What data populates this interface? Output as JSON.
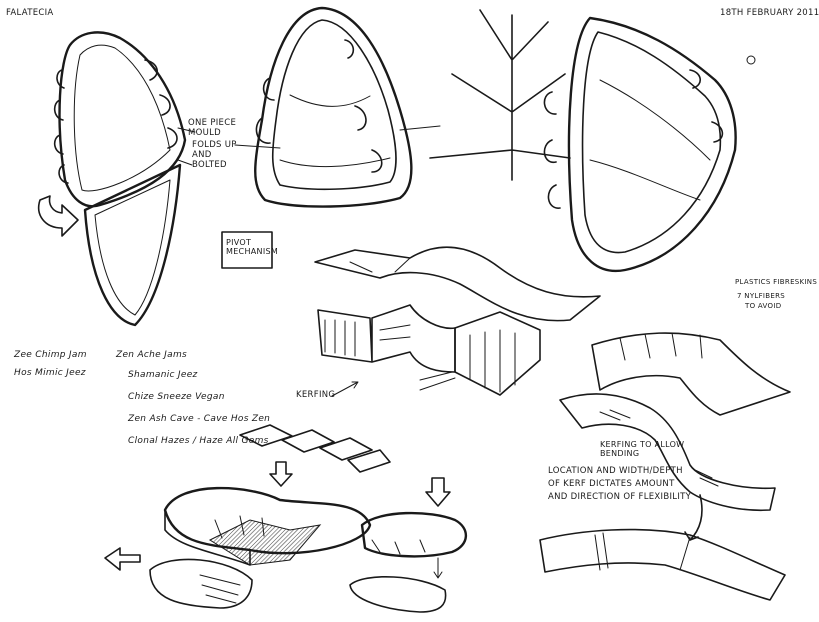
{
  "header": {
    "project": "FALATECIA",
    "date": "18th FEBRUARY 2011"
  },
  "annotations": {
    "one_piece_mould": "ONE PIECE MOULD",
    "folds_up": "FOLDS UP AND BOLTED",
    "pivot_mechanism": "PIVOT MECHANISM",
    "plastics_1": "PLASTICS FIBRESKINS",
    "plastics_2": "7 NYLFIBERS",
    "plastics_3": "TO AVOID",
    "kerfing": "KERFING",
    "kerfing_allow": "KERFING TO ALLOW BENDING",
    "location_1": "LOCATION AND WIDTH/DEPTH",
    "location_2": "OF KERF DICTATES AMOUNT",
    "location_3": "AND DIRECTION OF FLEXIBILITY"
  },
  "music_list": [
    "Zee Chimp Jam",
    "Hos Mimic Jeez",
    "Zen Ache Jams",
    "Shamanic Jeez",
    "Chize Sneeze Vegan",
    "Zen Ash Cave - Cave Hos Zen",
    "Clonal Hazes / Haze All Gems"
  ]
}
